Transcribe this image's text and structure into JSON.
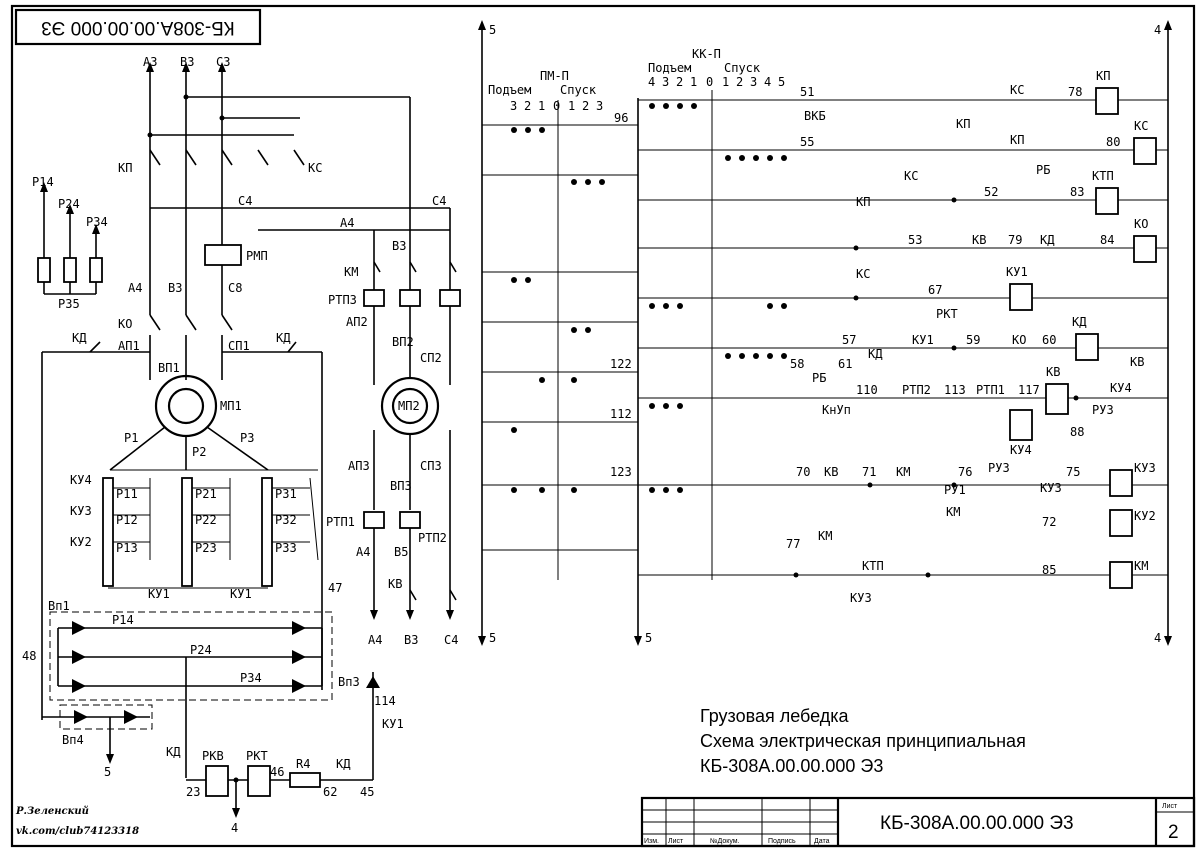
{
  "title_block": {
    "line1": "Грузовая лебедка",
    "line2": "Схема электрическая принципиальная",
    "line3": "КБ-308А.00.00.000 Э3",
    "code": "КБ-308А.00.00.000 Э3",
    "sheet_label": "Лист",
    "sheet_number": "2",
    "cols": [
      "Изм.",
      "Лист",
      "№Докум.",
      "Подпись",
      "Дата"
    ]
  },
  "upside_down_code": "КБ-308А.00.00.000 Э3",
  "author": {
    "name": "Р.Зеленский",
    "link": "vk.com/club74123318"
  },
  "power_phases": [
    "А3",
    "В3",
    "С3"
  ],
  "bus_labels": {
    "right_top": "4",
    "left_top": "5",
    "right_bottom": "4",
    "left_bottom": "5",
    "mid_bottom": "5"
  },
  "controller_pm": {
    "title": "ПМ-П",
    "up": "Подъем",
    "down": "Спуск",
    "up_positions": [
      "3",
      "2",
      "1"
    ],
    "zero": "0",
    "down_positions": [
      "1",
      "2",
      "3"
    ]
  },
  "controller_kk": {
    "title": "КК-П",
    "up": "Подъем",
    "down": "Спуск",
    "up_positions": [
      "4",
      "3",
      "2",
      "1"
    ],
    "zero": "0",
    "down_positions": [
      "1",
      "2",
      "3",
      "4",
      "5"
    ]
  },
  "labels": {
    "kp": "КП",
    "ks": "КС",
    "c4": "С4",
    "a4": "А4",
    "b3": "В3",
    "c8": "С8",
    "rmp": "РМП",
    "ko": "КО",
    "kd": "КД",
    "ap1": "АП1",
    "vp1": "ВП1",
    "sp1": "СП1",
    "mp1": "МП1",
    "mp2": "МП2",
    "p1": "Р1",
    "p2": "Р2",
    "p3": "Р3",
    "ku4": "КУ4",
    "ku3": "КУ3",
    "ku2": "КУ2",
    "ku1": "КУ1",
    "p11": "Р11",
    "p12": "Р12",
    "p13": "Р13",
    "p21": "Р21",
    "p22": "Р22",
    "p23": "Р23",
    "p31": "Р31",
    "p32": "Р32",
    "p33": "Р33",
    "p14": "Р14",
    "p24": "Р24",
    "p34": "Р34",
    "p35": "Р35",
    "vp1b": "Вп1",
    "vp3": "Вп3",
    "vp4": "Вп4",
    "km": "КМ",
    "rtp3": "РТП3",
    "ap2": "АП2",
    "vp2": "ВП2",
    "sp2": "СП2",
    "ap3": "АП3",
    "vp3w": "ВП3",
    "sp3": "СП3",
    "rtp1": "РТП1",
    "rtp2": "РТП2",
    "a4b": "А4",
    "b5": "В5",
    "kv": "КВ",
    "b3b": "В3",
    "c4b": "С4",
    "rkv": "РКВ",
    "rkt": "РКТ",
    "r4": "R4",
    "n47": "47",
    "n48": "48",
    "n114": "114",
    "n5": "5",
    "n23": "23",
    "n4": "4",
    "n46": "46",
    "n62": "62",
    "n45": "45",
    "vkb": "ВКБ",
    "rb": "РБ",
    "ktp": "КТП",
    "kuz": "КУЗ",
    "kv2": "КВ",
    "rkt2": "РКТ",
    "ru1": "РУ1",
    "ru3": "РУЗ",
    "knup": "КнУп",
    "ku1b": "КУ1",
    "ku2b": "КУ2",
    "ku3b": "КУЗ",
    "ku4b": "КУ4",
    "kmb": "КМ",
    "ko2": "КО",
    "n51": "51",
    "n78": "78",
    "n96": "96",
    "n55": "55",
    "n80": "80",
    "n52": "52",
    "n83": "83",
    "n53": "53",
    "n79": "79",
    "n84": "84",
    "n67": "67",
    "n57": "57",
    "n59": "59",
    "n60": "60",
    "n58": "58",
    "n61": "61",
    "n122": "122",
    "n110": "110",
    "n113": "113",
    "n117": "117",
    "n112": "112",
    "n88": "88",
    "n123": "123",
    "n70": "70",
    "n71": "71",
    "n76": "76",
    "n75": "75",
    "n72": "72",
    "n77": "77",
    "n85": "85"
  }
}
